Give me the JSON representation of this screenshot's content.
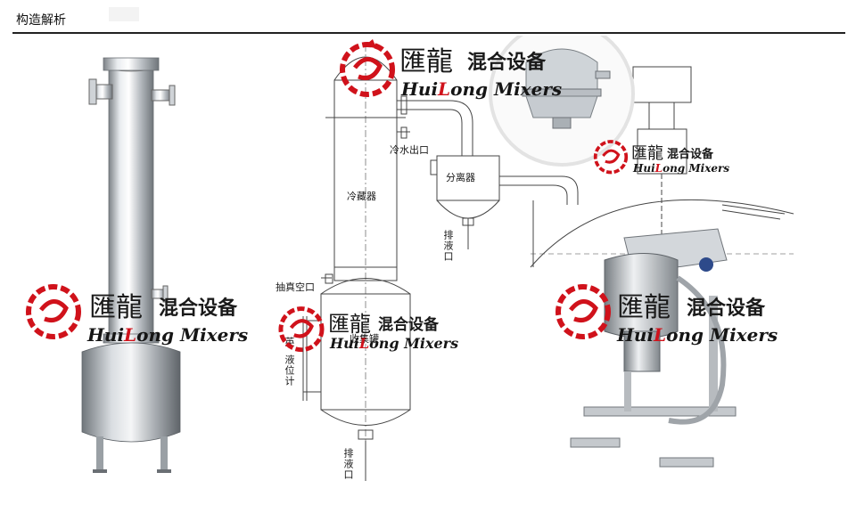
{
  "header": {
    "title": "构造解析"
  },
  "watermark": {
    "cn_big": "匯龍",
    "cn_small": "混合设备",
    "en_pre": "Hui",
    "en_red": "L",
    "en_post": "ong Mixers",
    "colors": {
      "red": "#d0121b",
      "text": "#151515"
    }
  },
  "diagram": {
    "labels": {
      "cooling_outlet": "冷水出口",
      "separator": "分离器",
      "condenser": "冷藏器",
      "drain_top": "排液口",
      "vacuum_port": "抽真空口",
      "receiver": "收集罐",
      "level_gauge": "液位计",
      "level_gauge_prefix": "英",
      "drain_bottom": "排液口"
    }
  },
  "colors": {
    "rule": "#222222",
    "steel_light": "#e6e8ea",
    "steel_dark": "#8a8f94"
  }
}
